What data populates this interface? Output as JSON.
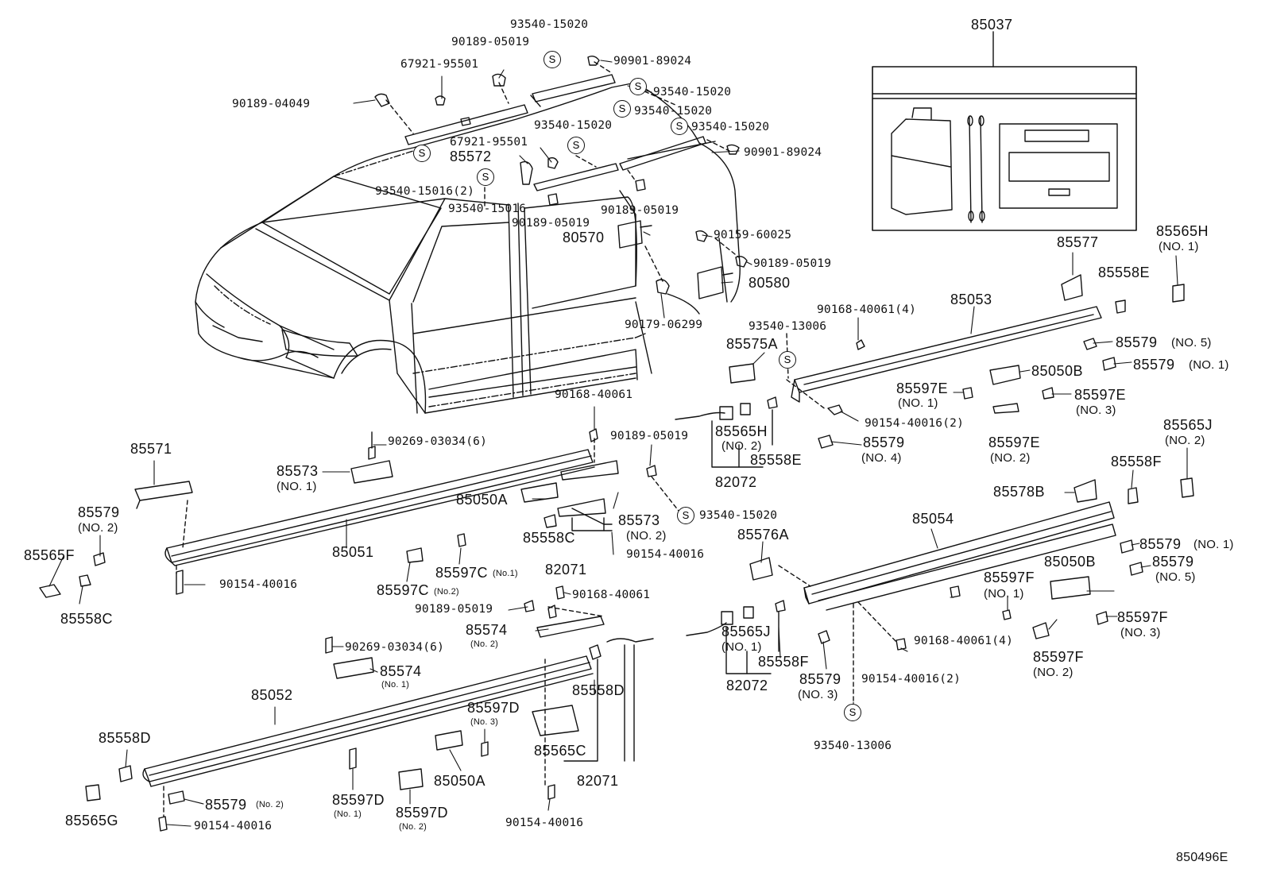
{
  "diagram_ref": "850496E",
  "s_mark": "S",
  "labels": {
    "p85037": "85037",
    "p93540_15020_a": "93540-15020",
    "p90189_05019_a": "90189-05019",
    "p67921_95501_a": "67921-95501",
    "p90901_89024_a": "90901-89024",
    "p93540_15020_b": "93540-15020",
    "p90189_04049": "90189-04049",
    "p93540_15020_c": "93540-15020",
    "p93540_15020_d": "93540-15020",
    "p93540_15020_e": "93540-15020",
    "p67921_95501_b": "67921-95501",
    "p85572": "85572",
    "p90901_89024_b": "90901-89024",
    "p93540_15016_2": "93540-15016(2)",
    "p93540_15016": "93540-15016",
    "p90189_05019_b": "90189-05019",
    "p90189_05019_c": "90189-05019",
    "p80570": "80570",
    "p90159_60025": "90159-60025",
    "p90189_05019_d": "90189-05019",
    "p80580": "80580",
    "p90179_06299": "90179-06299",
    "p85577": "85577",
    "p85565H": "85565H",
    "p85565H_no1": "(NO. 1)",
    "p85558E_a": "85558E",
    "p85053": "85053",
    "p90168_40061_4a": "90168-40061(4)",
    "p93540_13006_a": "93540-13006",
    "p85575A": "85575A",
    "p85579_no5a": "85579",
    "p85579_no5a_n": "(NO. 5)",
    "p85579_no1a": "85579",
    "p85579_no1a_n": "(NO. 1)",
    "p85050B_a": "85050B",
    "p85597E_no1": "85597E",
    "p85597E_no1_n": "(NO. 1)",
    "p85597E_no3": "85597E",
    "p85597E_no3_n": "(NO. 3)",
    "p90154_40016_2a": "90154-40016(2)",
    "p85597E_no2": "85597E",
    "p85597E_no2_n": "(NO. 2)",
    "p85565J": "85565J",
    "p85565J_no2": "(NO. 2)",
    "p90168_40061_a": "90168-40061",
    "p90189_05019_e": "90189-05019",
    "p85565H_no2": "85565H",
    "p85565H_no2_n": "(NO. 2)",
    "p85558E_b": "85558E",
    "p82072_a": "82072",
    "p85579_no4": "85579",
    "p85579_no4_n": "(NO. 4)",
    "p85558F_a": "85558F",
    "p85571": "85571",
    "p90269_03034_6a": "90269-03034(6)",
    "p85573_no1": "85573",
    "p85573_no1_n": "(NO. 1)",
    "p85579_no2a": "85579",
    "p85579_no2a_n": "(NO. 2)",
    "p85578B": "85578B",
    "p85054": "85054",
    "p93540_15020_f": "93540-15020",
    "p85050A_a": "85050A",
    "p85573_no2": "85573",
    "p85573_no2_n": "(NO. 2)",
    "p85576A": "85576A",
    "p85579_no1b": "85579",
    "p85579_no1b_n": "(NO. 1)",
    "p85579_no5b": "85579",
    "p85579_no5b_n": "(NO. 5)",
    "p85565F": "85565F",
    "p85558C_a": "85558C",
    "p85051": "85051",
    "p90154_40016_a": "90154-40016",
    "p85597C_no1": "85597C",
    "p85597C_no1_n": "(No.1)",
    "p85597C_no2": "85597C",
    "p85597C_no2_n": "(No.2)",
    "p82071_a": "82071",
    "p90154_40016_b": "90154-40016",
    "p85597F_no1": "85597F",
    "p85597F_no1_n": "(NO. 1)",
    "p85050B_b": "85050B",
    "p90154_40016_c": "90154-40016",
    "p85558C_b": "85558C",
    "p90168_40061_b": "90168-40061",
    "p90189_05019_f": "90189-05019",
    "p85574_no2": "85574",
    "p85574_no2_n": "(No. 2)",
    "p85597F_no3": "85597F",
    "p85597F_no3_n": "(NO. 3)",
    "p90168_40061_4b": "90168-40061(4)",
    "p85597F_no2": "85597F",
    "p85597F_no2_n": "(NO. 2)",
    "p90269_03034_6b": "90269-03034(6)",
    "p85574_no1": "85574",
    "p85574_no1_n": "(No. 1)",
    "p85565J_no1": "85565J",
    "p85565J_no1_n": "(NO. 1)",
    "p85558F_b": "85558F",
    "p82072_b": "82072",
    "p85579_no3": "85579",
    "p85579_no3_n": "(NO. 3)",
    "p90154_40016_2b": "90154-40016(2)",
    "p85052": "85052",
    "p85558D_a": "85558D",
    "p85597D_no3": "85597D",
    "p85597D_no3_n": "(No. 3)",
    "p85558D_b": "85558D",
    "p85565C": "85565C",
    "p82071_b": "82071",
    "p85050A_b": "85050A",
    "p93540_13006_b": "93540-13006",
    "p85579_no2b": "85579",
    "p85579_no2b_n": "(No. 2)",
    "p85565G": "85565G",
    "p90154_40016_d": "90154-40016",
    "p85597D_no1": "85597D",
    "p85597D_no1_n": "(No. 1)",
    "p85597D_no2": "85597D",
    "p85597D_no2_n": "(No. 2)",
    "p90154_40016_e": "90154-40016"
  }
}
